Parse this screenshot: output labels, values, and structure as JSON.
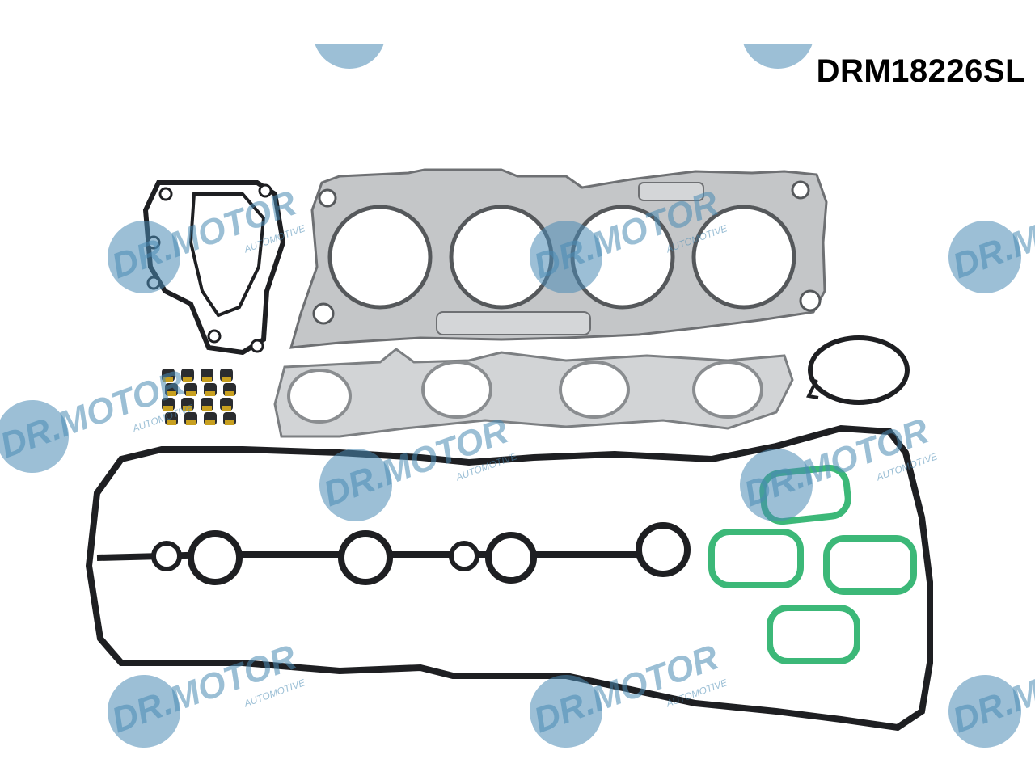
{
  "product": {
    "part_number": "DRM18226SL"
  },
  "watermark": {
    "brand_text": "DR.MOTOR",
    "brand_subtext": "AUTOMOTIVE",
    "color": "#4a8bb4"
  },
  "parts": {
    "gasket_color": "#b9bcbf",
    "rubber_color": "#1e1f22",
    "seal_color": "#3cb878",
    "valve_seal_color": "#c8a020"
  }
}
